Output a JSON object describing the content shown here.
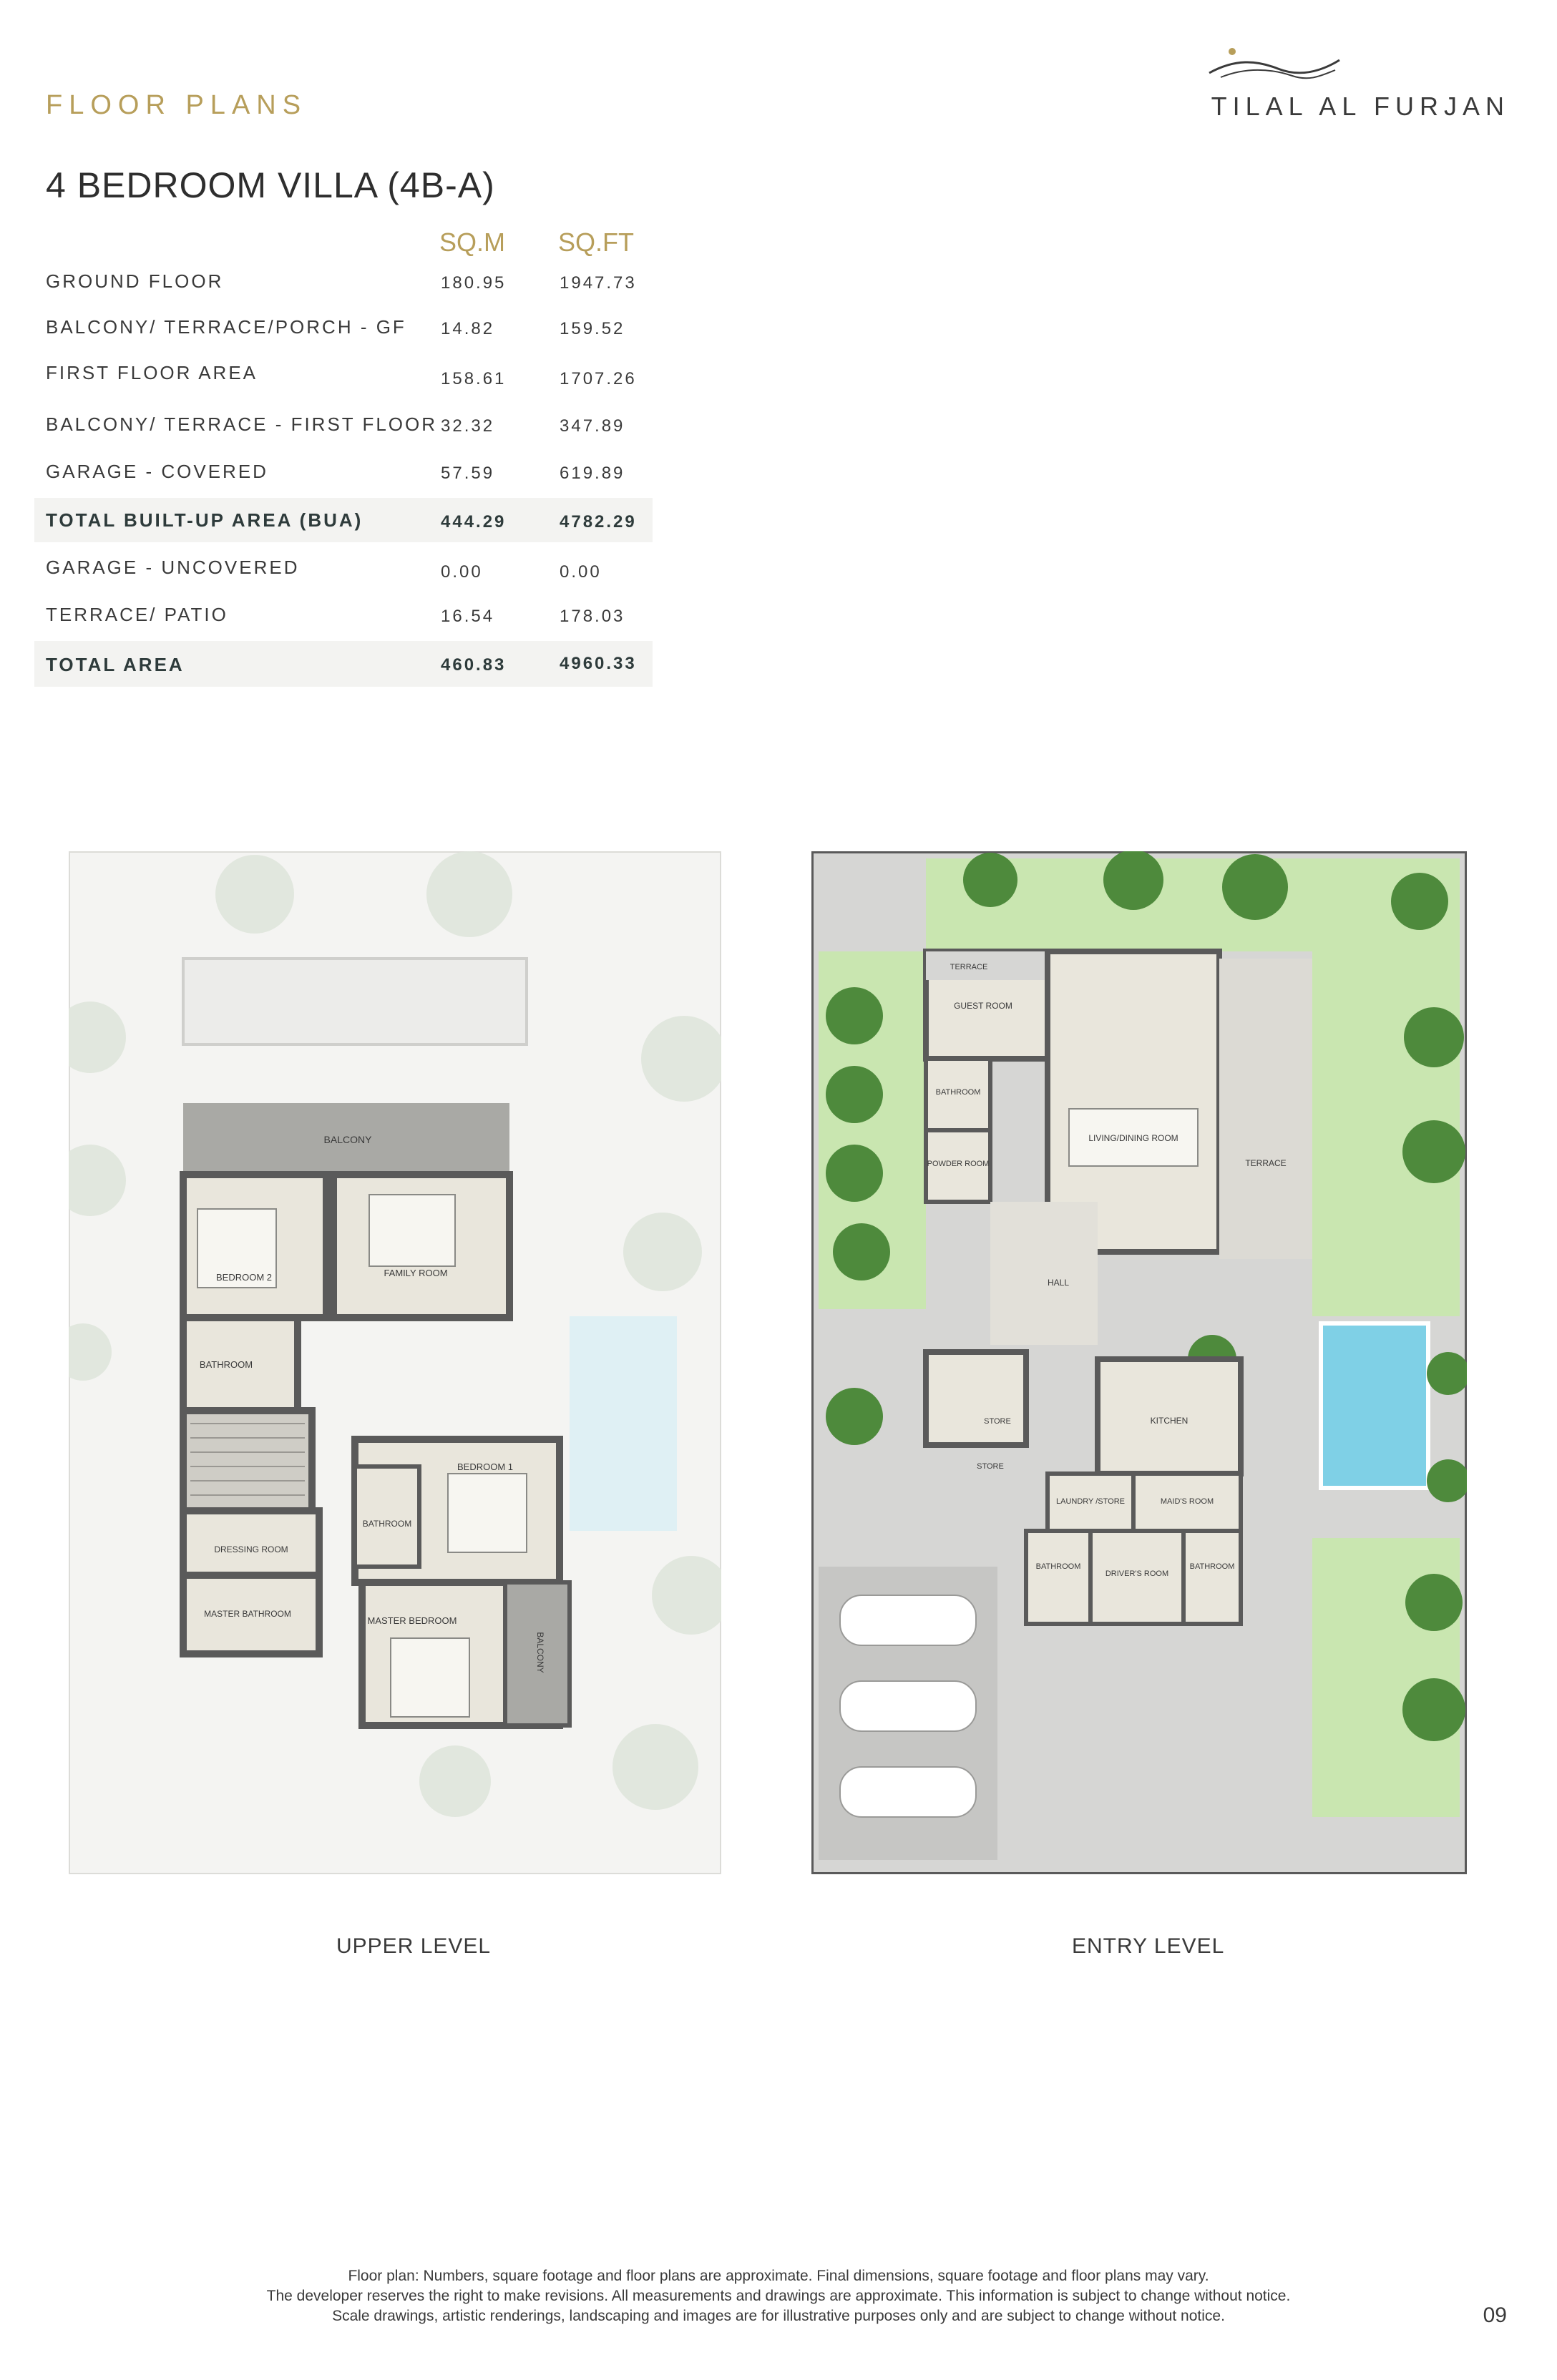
{
  "header": {
    "section_title": "FLOOR PLANS",
    "brand_name": "TILAL AL FURJAN",
    "unit_title": "4 BEDROOM VILLA (4B-A)"
  },
  "area_table": {
    "col_sqm": "SQ.M",
    "col_sqft": "SQ.FT",
    "rows": [
      {
        "label": "GROUND FLOOR",
        "sqm": "180.95",
        "sqft": "1947.73"
      },
      {
        "label": "BALCONY/ TERRACE/PORCH - GF",
        "sqm": "14.82",
        "sqft": "159.52"
      },
      {
        "label": "FIRST FLOOR AREA",
        "sqm": "158.61",
        "sqft": "1707.26"
      },
      {
        "label": "BALCONY/ TERRACE - FIRST FLOOR",
        "sqm": "32.32",
        "sqft": "347.89"
      },
      {
        "label": "GARAGE - COVERED",
        "sqm": "57.59",
        "sqft": "619.89"
      },
      {
        "label": "TOTAL BUILT-UP AREA (BUA)",
        "sqm": "444.29",
        "sqft": "4782.29"
      },
      {
        "label": "GARAGE - UNCOVERED",
        "sqm": "0.00",
        "sqft": "0.00"
      },
      {
        "label": "TERRACE/ PATIO",
        "sqm": "16.54",
        "sqft": "178.03"
      },
      {
        "label": "TOTAL AREA",
        "sqm": "460.83",
        "sqft": "4960.33"
      }
    ]
  },
  "upper_level": {
    "caption": "UPPER LEVEL",
    "rooms": {
      "balcony_top": "BALCONY",
      "bedroom2": "BEDROOM 2",
      "family_room": "FAMILY ROOM",
      "bathroom_a": "BATHROOM",
      "bedroom1": "BEDROOM 1",
      "bathroom_b": "BATHROOM",
      "dressing": "DRESSING ROOM",
      "master_bath": "MASTER BATHROOM",
      "master_bed": "MASTER BEDROOM",
      "balcony_side": "BALCONY"
    }
  },
  "entry_level": {
    "caption": "ENTRY LEVEL",
    "rooms": {
      "terrace_top": "TERRACE",
      "guest_room": "GUEST ROOM",
      "living_dining": "LIVING/DINING ROOM",
      "terrace_side": "TERRACE",
      "bathroom": "BATHROOM",
      "powder": "POWDER ROOM",
      "hall": "HALL",
      "store_a": "STORE",
      "kitchen": "KITCHEN",
      "store_b": "STORE",
      "laundry": "LAUNDRY /STORE",
      "maids": "MAID'S ROOM",
      "bathroom_c": "BATHROOM",
      "drivers": "DRIVER'S ROOM",
      "bathroom_d": "BATHROOM"
    }
  },
  "footer": {
    "disclaimer_1": "Floor plan: Numbers, square footage and floor plans are approximate. Final dimensions, square footage and floor plans may vary.",
    "disclaimer_2": "The developer reserves the right to make revisions. All measurements and drawings are approximate. This information is subject to change without notice.",
    "disclaimer_3": "Scale drawings, artistic renderings, landscaping and images are for illustrative purposes only and are subject to change without notice.",
    "page_number": "09"
  },
  "colors": {
    "gold_accent": "#b79e5a",
    "wall": "#5a5a5a",
    "floor": "#e9e6dc",
    "grass": "#c9e6b0",
    "pool": "#7fd0e6",
    "paving": "#cfcfcf"
  }
}
